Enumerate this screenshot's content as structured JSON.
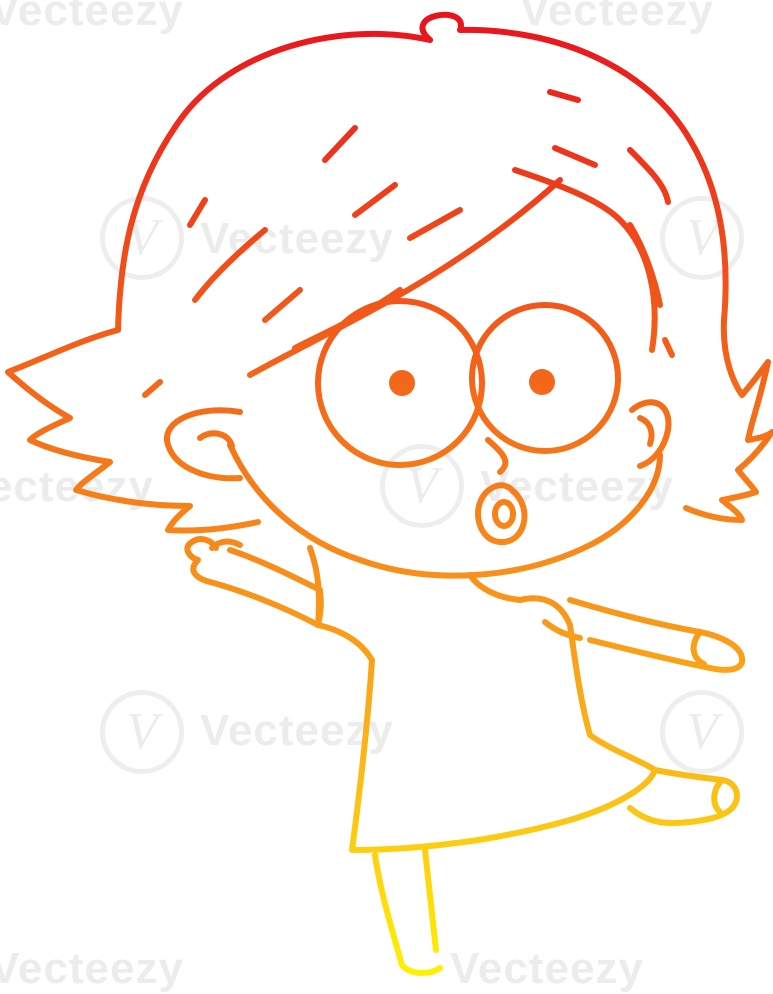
{
  "image": {
    "subject": "cartoon girl with pursed lips pointing while dancing on one leg",
    "style": "line art",
    "gradient": {
      "stops": [
        "#e8141e",
        "#f04a1a",
        "#f7881a",
        "#fbb818",
        "#fff200"
      ]
    },
    "background": "#ffffff"
  },
  "watermark": {
    "text": "Vecteezy",
    "logo_glyph": "V",
    "color": "#c8c8c8"
  }
}
